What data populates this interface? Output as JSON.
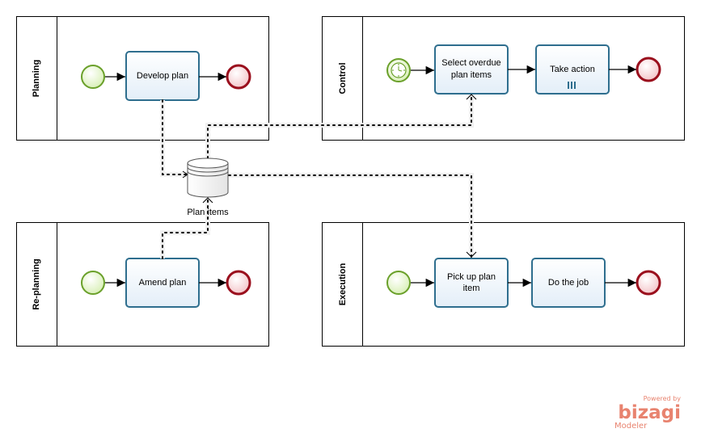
{
  "pools": {
    "planning": {
      "label": "Planning",
      "task": "Develop plan"
    },
    "control": {
      "label": "Control",
      "task1": [
        "Select overdue",
        "plan items"
      ],
      "task2": "Take action"
    },
    "replanning": {
      "label": "Re-planning",
      "task": "Amend plan"
    },
    "execution": {
      "label": "Execution",
      "task1": [
        "Pick up plan",
        "item"
      ],
      "task2": "Do the job"
    }
  },
  "datastore": {
    "label": "Plan items"
  },
  "branding": {
    "powered_by": "Powered by",
    "brand": "bizagi",
    "product": "Modeler"
  },
  "colors": {
    "task_border": "#2e6e8e",
    "start_border": "#6aa02a",
    "end_border": "#9a0f1d",
    "brand": "#e8836f"
  }
}
